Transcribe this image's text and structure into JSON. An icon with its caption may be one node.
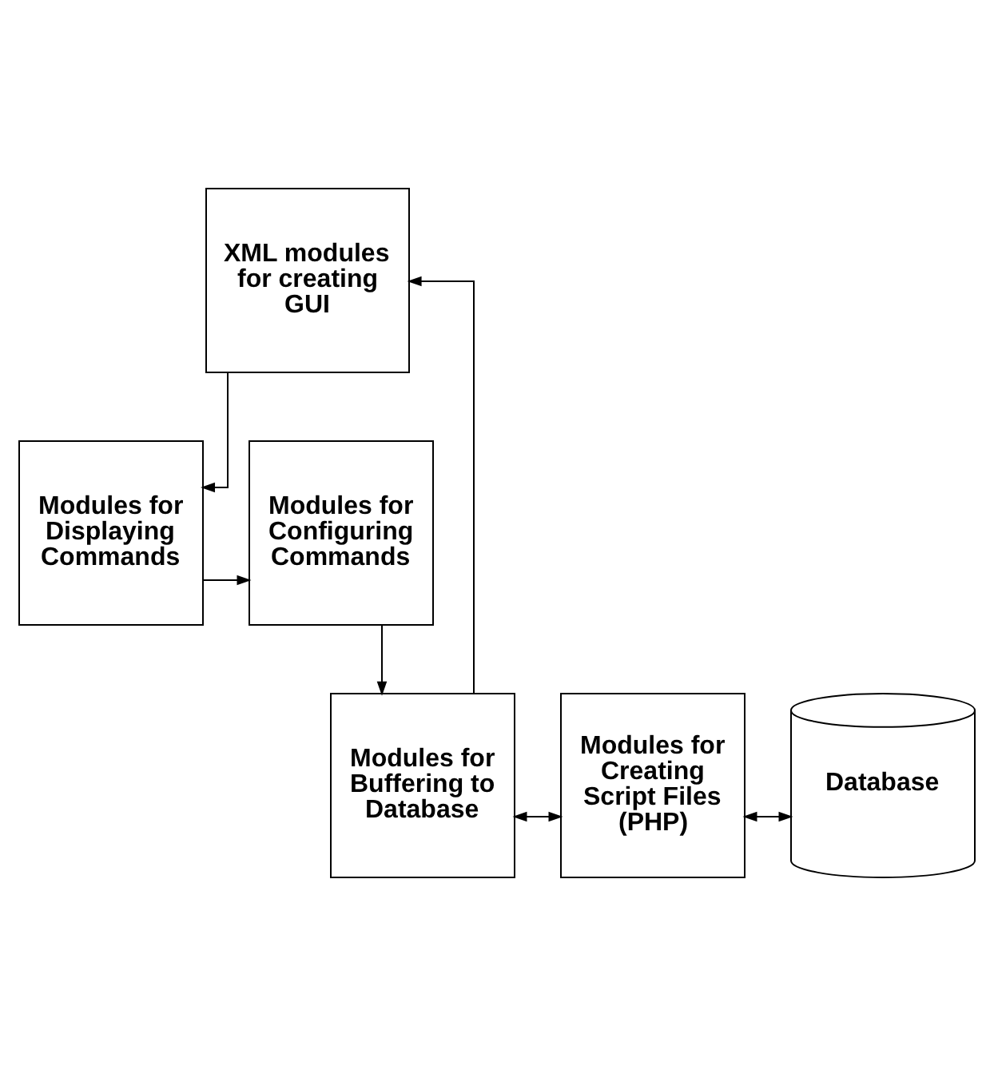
{
  "diagram": {
    "nodes": [
      {
        "text": [
          "XML modules for creating GUI"
        ]
      },
      {
        "text": [
          "Modules for Configuring Commands"
        ]
      },
      {
        "text": [
          "Modules for Displaying Commands"
        ]
      },
      {
        "text": [
          "Modules for Buffering to Database"
        ]
      },
      {
        "text": [
          "Modules for Creating Script Files (PHP)"
        ]
      },
      {
        "text": [
          "Database"
        ]
      }
    ],
    "edges": [
      {
        "from": 3,
        "to": 0,
        "arrow": "to"
      },
      {
        "from": 0,
        "to": 2,
        "arrow": "to"
      },
      {
        "from": 2,
        "to": 1,
        "arrow": "to"
      },
      {
        "from": 1,
        "to": 3,
        "arrow": "to"
      },
      {
        "from": 3,
        "to": 4,
        "arrow": "both"
      },
      {
        "from": 4,
        "to": 5,
        "arrow": "both"
      }
    ]
  }
}
